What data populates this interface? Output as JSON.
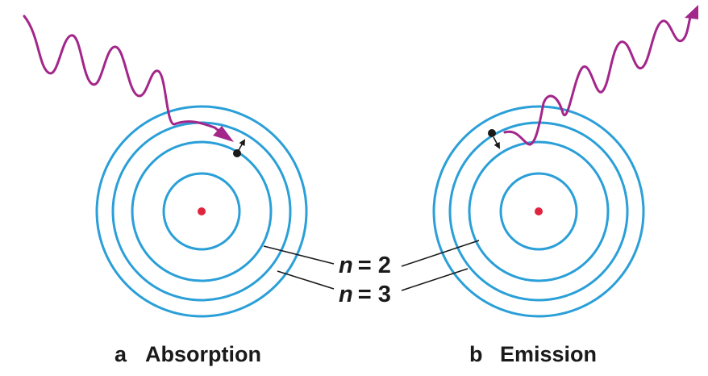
{
  "level_labels": {
    "n_symbol": "n",
    "lower": "= 2",
    "upper": "= 3"
  },
  "panels": [
    {
      "letter": "a",
      "title": "Absorption"
    },
    {
      "letter": "b",
      "title": "Emission"
    }
  ],
  "colors": {
    "orbit": "#2a9fd8",
    "nucleus": "#e0243d",
    "photon": "#a3268a",
    "electron": "#1a1a1a"
  }
}
